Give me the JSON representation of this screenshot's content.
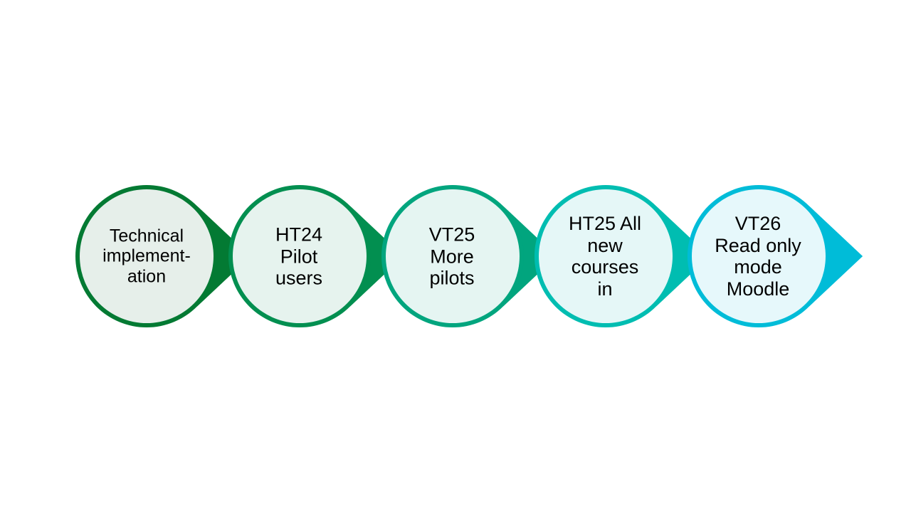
{
  "process": {
    "steps": [
      {
        "label": "Technical\nimplement-\nation",
        "color": "#037A33",
        "fill": "#E6EFEA"
      },
      {
        "label": "HT24\nPilot\nusers",
        "color": "#028F50",
        "fill": "#E6F3EE"
      },
      {
        "label": "VT25\nMore\npilots",
        "color": "#01A57E",
        "fill": "#E5F5F2"
      },
      {
        "label": "HT25 All\nnew\ncourses\nin",
        "color": "#00BDB1",
        "fill": "#E5F7F7"
      },
      {
        "label": "VT26\nRead only\nmode\nMoodle",
        "color": "#00BCD8",
        "fill": "#E6F8FB"
      }
    ]
  }
}
